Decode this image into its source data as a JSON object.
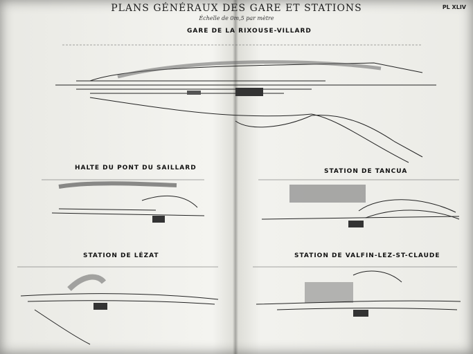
{
  "plate": {
    "title": "PLANS GÉNÉRAUX DES GARE ET STATIONS",
    "scale": "Échelle de 0m,5 par mètre",
    "number": "PL XLIV"
  },
  "stations": [
    {
      "id": "rixouse",
      "title": "GARE DE LA RIXOUSE-VILLARD"
    },
    {
      "id": "saillard",
      "title": "HALTE DU PONT DU SAILLARD"
    },
    {
      "id": "tancua",
      "title": "STATION DE TANCUA"
    },
    {
      "id": "lezat",
      "title": "STATION DE LÉZAT"
    },
    {
      "id": "valfin",
      "title": "STATION DE VALFIN-LEZ-ST-CLAUDE"
    }
  ]
}
